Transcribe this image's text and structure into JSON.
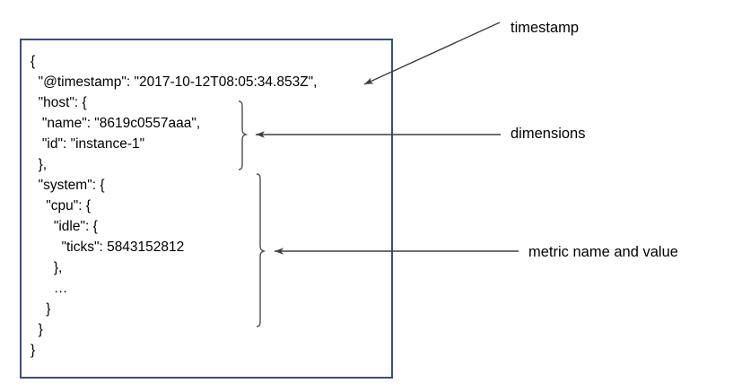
{
  "diagram": {
    "type": "annotated-json-document",
    "box": {
      "border_color": "#3b4c80",
      "background": "#ffffff"
    },
    "json_lines": [
      "{",
      "  \"@timestamp\": \"2017-10-12T08:05:34.853Z\",",
      "  \"host\": {",
      "   \"name\": \"8619c0557aaa\",",
      "   \"id\": \"instance-1\"",
      "  },",
      "  \"system\": {",
      "    \"cpu\": {",
      "      \"idle\": {",
      "        \"ticks\": 5843152812",
      "      },",
      "      …",
      "    }",
      "  }",
      "}"
    ],
    "annotations": [
      {
        "id": "timestamp",
        "label": "timestamp",
        "target": "@timestamp field",
        "arrow": "diagonal"
      },
      {
        "id": "dimensions",
        "label": "dimensions",
        "target": "host object",
        "arrow": "horizontal",
        "brace": true
      },
      {
        "id": "metric",
        "label": "metric name and value",
        "target": "system.cpu.idle.ticks",
        "arrow": "horizontal",
        "brace": true
      }
    ],
    "arrow_color": "#3f3f3f",
    "brace_color": "#595959"
  }
}
